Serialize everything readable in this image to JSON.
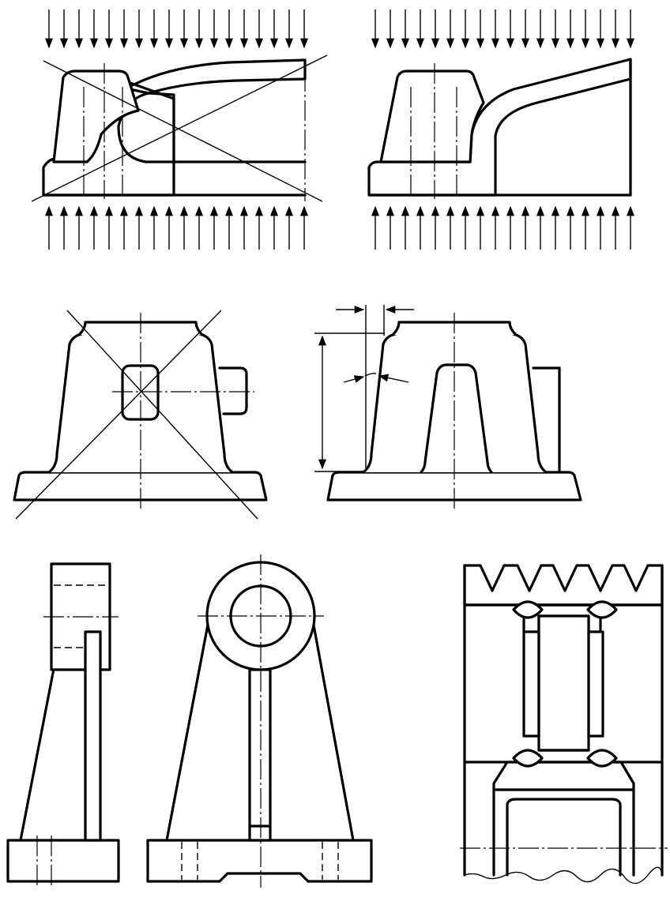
{
  "figures": [
    {
      "id": "casting-section-defective",
      "ink": "#000000"
    },
    {
      "id": "casting-section-improved",
      "ink": "#000000"
    },
    {
      "id": "housing-with-boss-defective",
      "ink": "#000000"
    },
    {
      "id": "housing-improved-draft",
      "ink": "#000000"
    },
    {
      "id": "bracket-side-view",
      "ink": "#000000"
    },
    {
      "id": "bracket-front-view",
      "ink": "#000000"
    },
    {
      "id": "pulley-section",
      "ink": "#000000"
    }
  ]
}
